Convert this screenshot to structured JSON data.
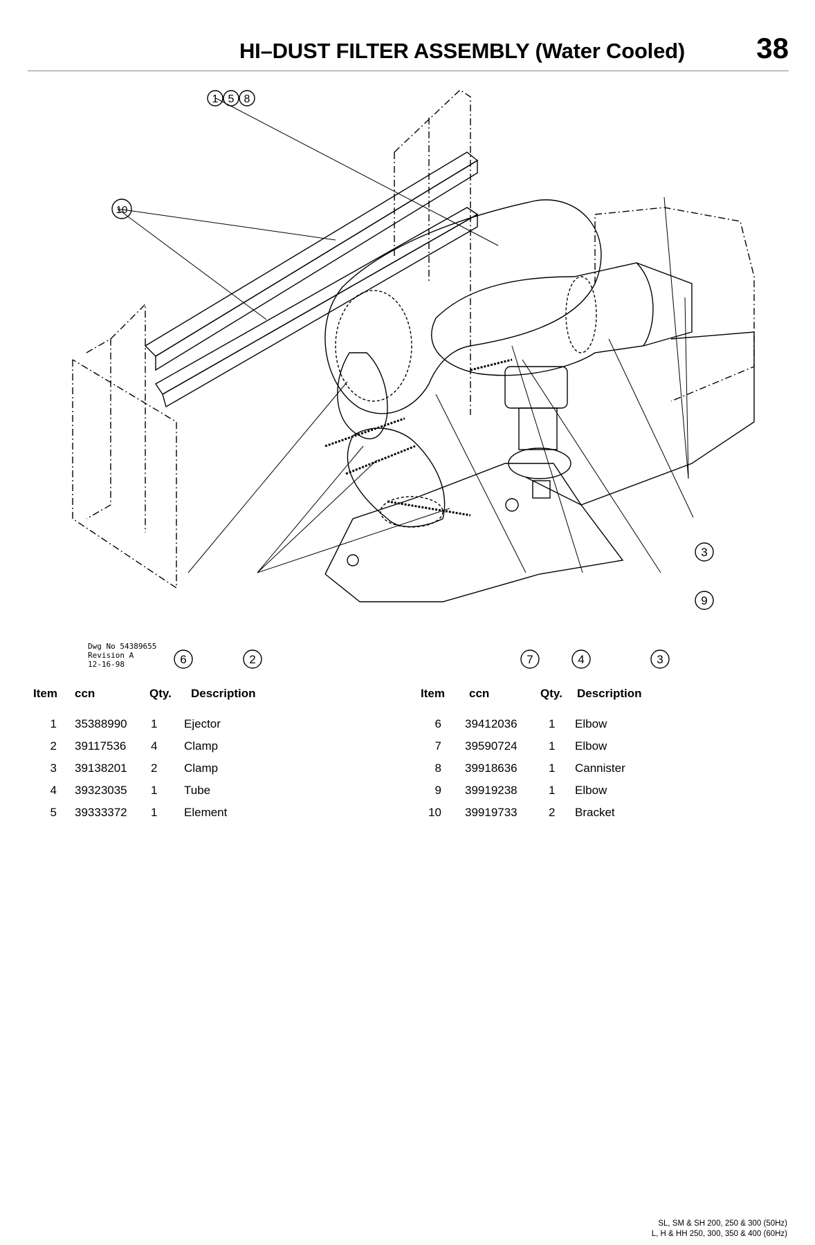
{
  "header": {
    "title": "HI–DUST FILTER ASSEMBLY (Water Cooled)",
    "page_number": "38"
  },
  "drawing": {
    "note_lines": [
      "Dwg No 54389655",
      "Revision A",
      "12-16-98"
    ],
    "callouts": [
      "1",
      "5",
      "8",
      "10",
      "6",
      "2",
      "7",
      "4",
      "3",
      "3",
      "9"
    ]
  },
  "parts_table": {
    "headers": {
      "item": "Item",
      "ccn": "ccn",
      "qty": "Qty.",
      "description": "Description"
    },
    "left": [
      {
        "item": "1",
        "ccn": "35388990",
        "qty": "1",
        "description": "Ejector"
      },
      {
        "item": "2",
        "ccn": "39117536",
        "qty": "4",
        "description": "Clamp"
      },
      {
        "item": "3",
        "ccn": "39138201",
        "qty": "2",
        "description": "Clamp"
      },
      {
        "item": "4",
        "ccn": "39323035",
        "qty": "1",
        "description": "Tube"
      },
      {
        "item": "5",
        "ccn": "39333372",
        "qty": "1",
        "description": "Element"
      }
    ],
    "right": [
      {
        "item": "6",
        "ccn": "39412036",
        "qty": "1",
        "description": "Elbow"
      },
      {
        "item": "7",
        "ccn": "39590724",
        "qty": "1",
        "description": "Elbow"
      },
      {
        "item": "8",
        "ccn": "39918636",
        "qty": "1",
        "description": "Cannister"
      },
      {
        "item": "9",
        "ccn": "39919238",
        "qty": "1",
        "description": "Elbow"
      },
      {
        "item": "10",
        "ccn": "39919733",
        "qty": "2",
        "description": "Bracket"
      }
    ]
  },
  "footer": {
    "line1": "SL, SM & SH 200, 250 & 300 (50Hz)",
    "line2": "L, H & HH 250, 300, 350 & 400 (60Hz)"
  }
}
